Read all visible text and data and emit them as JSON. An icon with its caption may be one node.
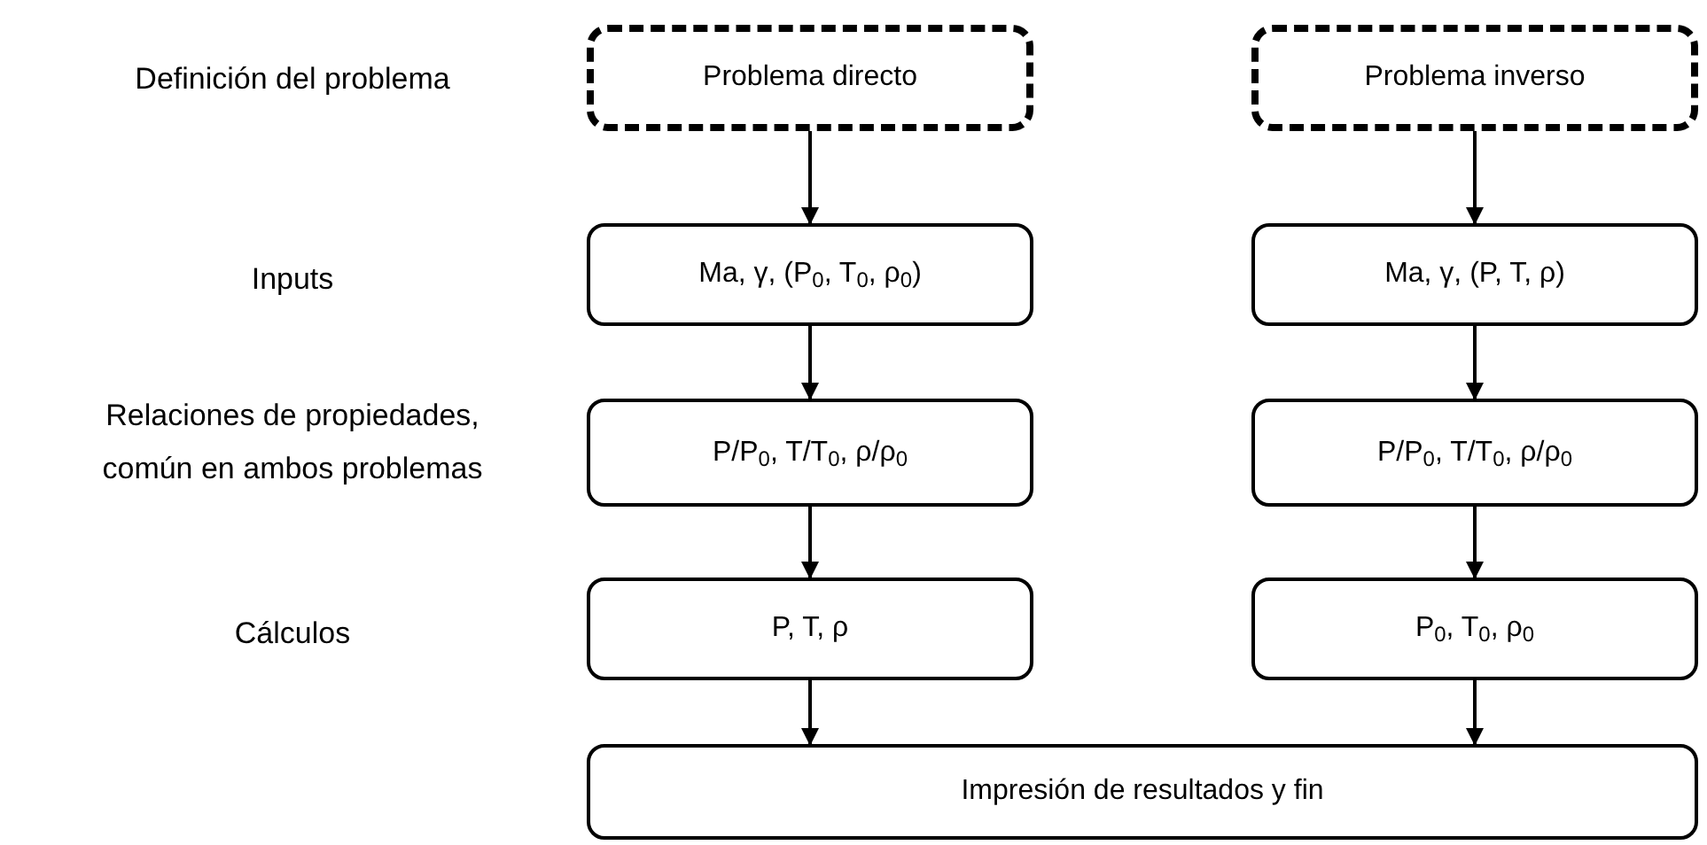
{
  "diagram": {
    "nodes": [
      {
        "text": [
          "Problema directo"
        ]
      },
      {
        "text": [
          "Problema inverso"
        ]
      },
      {
        "text": [
          "Ma, γ, (P$_{0}$, T$_{0}$, ρ$_{0}$)"
        ]
      },
      {
        "text": [
          "Ma, γ, (P, T, ρ)"
        ]
      },
      {
        "text": [
          "P/P$_{0}$, T/T$_{0}$, ρ/ρ$_{0}$"
        ]
      },
      {
        "text": [
          "P/P$_{0}$, T/T$_{0}$, ρ/ρ$_{0}$"
        ]
      },
      {
        "text": [
          "P, T, ρ"
        ]
      },
      {
        "text": [
          "P$_{0}$, T$_{0}$, ρ$_{0}$"
        ]
      },
      {
        "text": [
          "Impresión de resultados y fin"
        ]
      }
    ],
    "edges": [
      {
        "from": 0,
        "to": 2,
        "arrow": "to"
      },
      {
        "from": 2,
        "to": 4,
        "arrow": "to"
      },
      {
        "from": 4,
        "to": 6,
        "arrow": "to"
      },
      {
        "from": 6,
        "to": 8,
        "arrow": "to"
      },
      {
        "from": 1,
        "to": 3,
        "arrow": "to"
      },
      {
        "from": 3,
        "to": 5,
        "arrow": "to"
      },
      {
        "from": 5,
        "to": 7,
        "arrow": "to"
      },
      {
        "from": 7,
        "to": 8,
        "arrow": "to"
      }
    ],
    "labels": [
      "Definición del problema",
      "Inputs",
      "Relaciones de propiedades, común en ambos problemas",
      "Cálculos"
    ]
  }
}
